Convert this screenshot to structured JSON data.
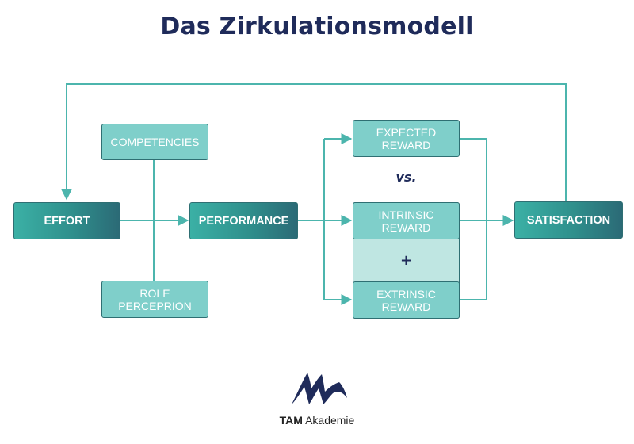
{
  "title": "Das Zirkulationsmodell",
  "nodes": {
    "competencies": "COMPETENCIES",
    "effort": "EFFORT",
    "role_perception": "ROLE\nPERCEPRION",
    "performance": "PERFORMANCE",
    "expected_reward": "EXPECTED\nREWARD",
    "intrinsic_reward": "INTRINSIC\nREWARD",
    "extrinsic_reward": "EXTRINSIC\nREWARD",
    "satisfaction": "SATISFACTION"
  },
  "symbols": {
    "vs": "vs.",
    "plus": "+"
  },
  "logo": {
    "brand": "TAM",
    "name": "Akademie"
  },
  "colors": {
    "title": "#1f2b5a",
    "light_box": "#7fcfca",
    "pale_box": "#bfe6e2",
    "connector": "#4cb5ad",
    "border": "#2f6f73"
  }
}
